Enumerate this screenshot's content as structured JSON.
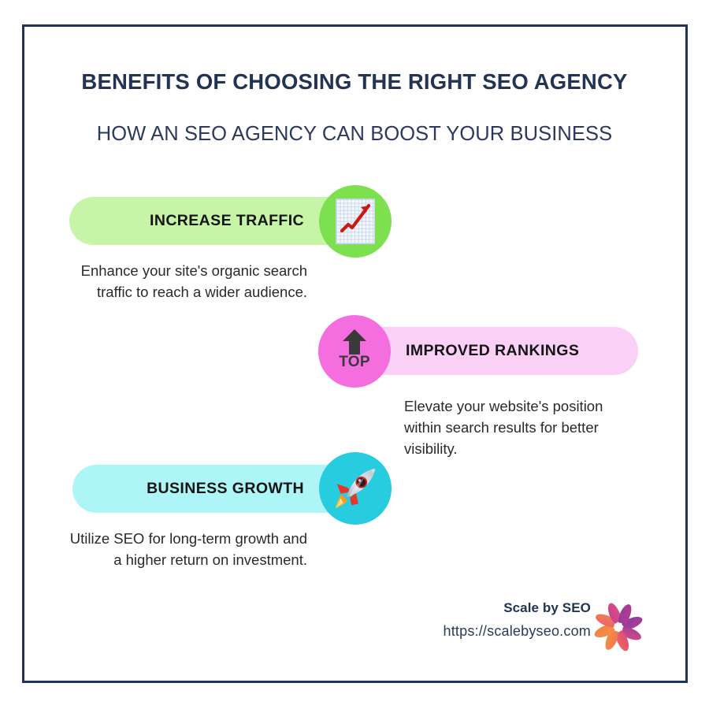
{
  "page": {
    "title": "BENEFITS OF CHOOSING THE RIGHT SEO AGENCY",
    "subtitle": "HOW AN SEO AGENCY CAN BOOST YOUR BUSINESS"
  },
  "colors": {
    "frame_border": "#233354",
    "title_text": "#233354",
    "subtitle_text": "#2b3a5c",
    "background": "#ffffff",
    "green_pill": "#c6f5a8",
    "green_circle": "#7de04f",
    "pink_pill": "#fbd0f7",
    "pink_circle": "#f56ee0",
    "cyan_pill": "#aef5f7",
    "cyan_circle": "#27ccdf"
  },
  "benefits": [
    {
      "label": "INCREASE TRAFFIC",
      "description": "Enhance your site's organic search traffic to reach a wider audience.",
      "icon": "chart-up-icon",
      "pill_color": "#c6f5a8",
      "circle_color": "#7de04f",
      "side": "left"
    },
    {
      "label": "IMPROVED RANKINGS",
      "description": "Elevate your website's position within search results for better visibility.",
      "icon": "top-arrow-icon",
      "icon_text": "TOP",
      "pill_color": "#fbd0f7",
      "circle_color": "#f56ee0",
      "side": "right"
    },
    {
      "label": "BUSINESS GROWTH",
      "description": "Utilize SEO for long-term growth and a higher return on investment.",
      "icon": "rocket-icon",
      "pill_color": "#aef5f7",
      "circle_color": "#27ccdf",
      "side": "left"
    }
  ],
  "footer": {
    "brand": "Scale by SEO",
    "url": "https://scalebyseo.com",
    "logo": "pinwheel-logo"
  }
}
